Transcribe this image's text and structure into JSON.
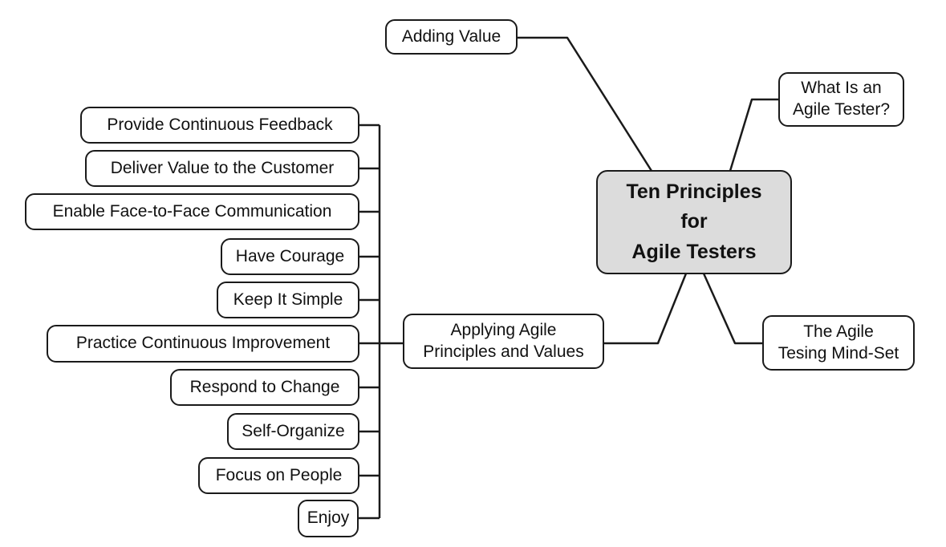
{
  "diagram_title": "Ten Principles for Agile Testers",
  "colors": {
    "background": "#ffffff",
    "line": "#1a1a1a",
    "node_border": "#1a1a1a",
    "node_fill": "#ffffff",
    "center_node_fill": "#dcdcdc",
    "text": "#111111"
  },
  "nodes": {
    "center": "Ten Principles\nfor\nAgile Testers",
    "adding_value": "Adding Value",
    "what_is_an_agile_tester": "What Is an\nAgile Tester?",
    "agile_testing_mindset": "The Agile\nTesing Mind-Set",
    "applying_agile": "Applying Agile\nPrinciples and Values",
    "principles": [
      "Provide Continuous Feedback",
      "Deliver Value to the Customer",
      "Enable Face-to-Face Communication",
      "Have Courage",
      "Keep It Simple",
      "Practice Continuous Improvement",
      "Respond to Change",
      "Self-Organize",
      "Focus on People",
      "Enjoy"
    ]
  },
  "edges": [
    {
      "from": "adding_value",
      "to": "center"
    },
    {
      "from": "what_is_an_agile_tester",
      "to": "center"
    },
    {
      "from": "applying_agile",
      "to": "center"
    },
    {
      "from": "agile_testing_mindset",
      "to": "center"
    },
    {
      "from": "principles_trunk",
      "to": "applying_agile"
    }
  ]
}
